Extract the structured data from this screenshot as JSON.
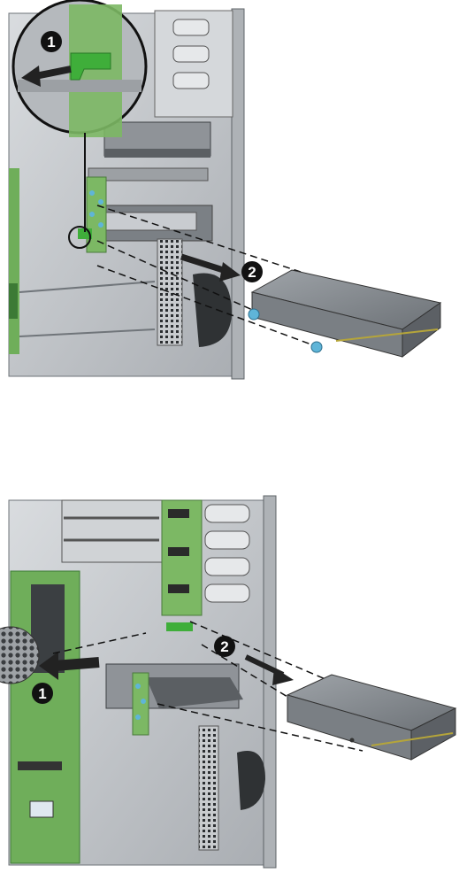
{
  "panels": [
    {
      "callouts": [
        {
          "label": "1"
        },
        {
          "label": "2"
        }
      ]
    },
    {
      "callouts": [
        {
          "label": "1"
        },
        {
          "label": "2"
        }
      ]
    }
  ],
  "colors": {
    "chassis": "#bfc3c7",
    "chassis_dark": "#6e7378",
    "board_green": "#6fae5a",
    "latch_green": "#3fae3a",
    "screw_blue": "#5fb5d8",
    "drive_body": "#8e9398",
    "callout_fill": "#111111"
  }
}
